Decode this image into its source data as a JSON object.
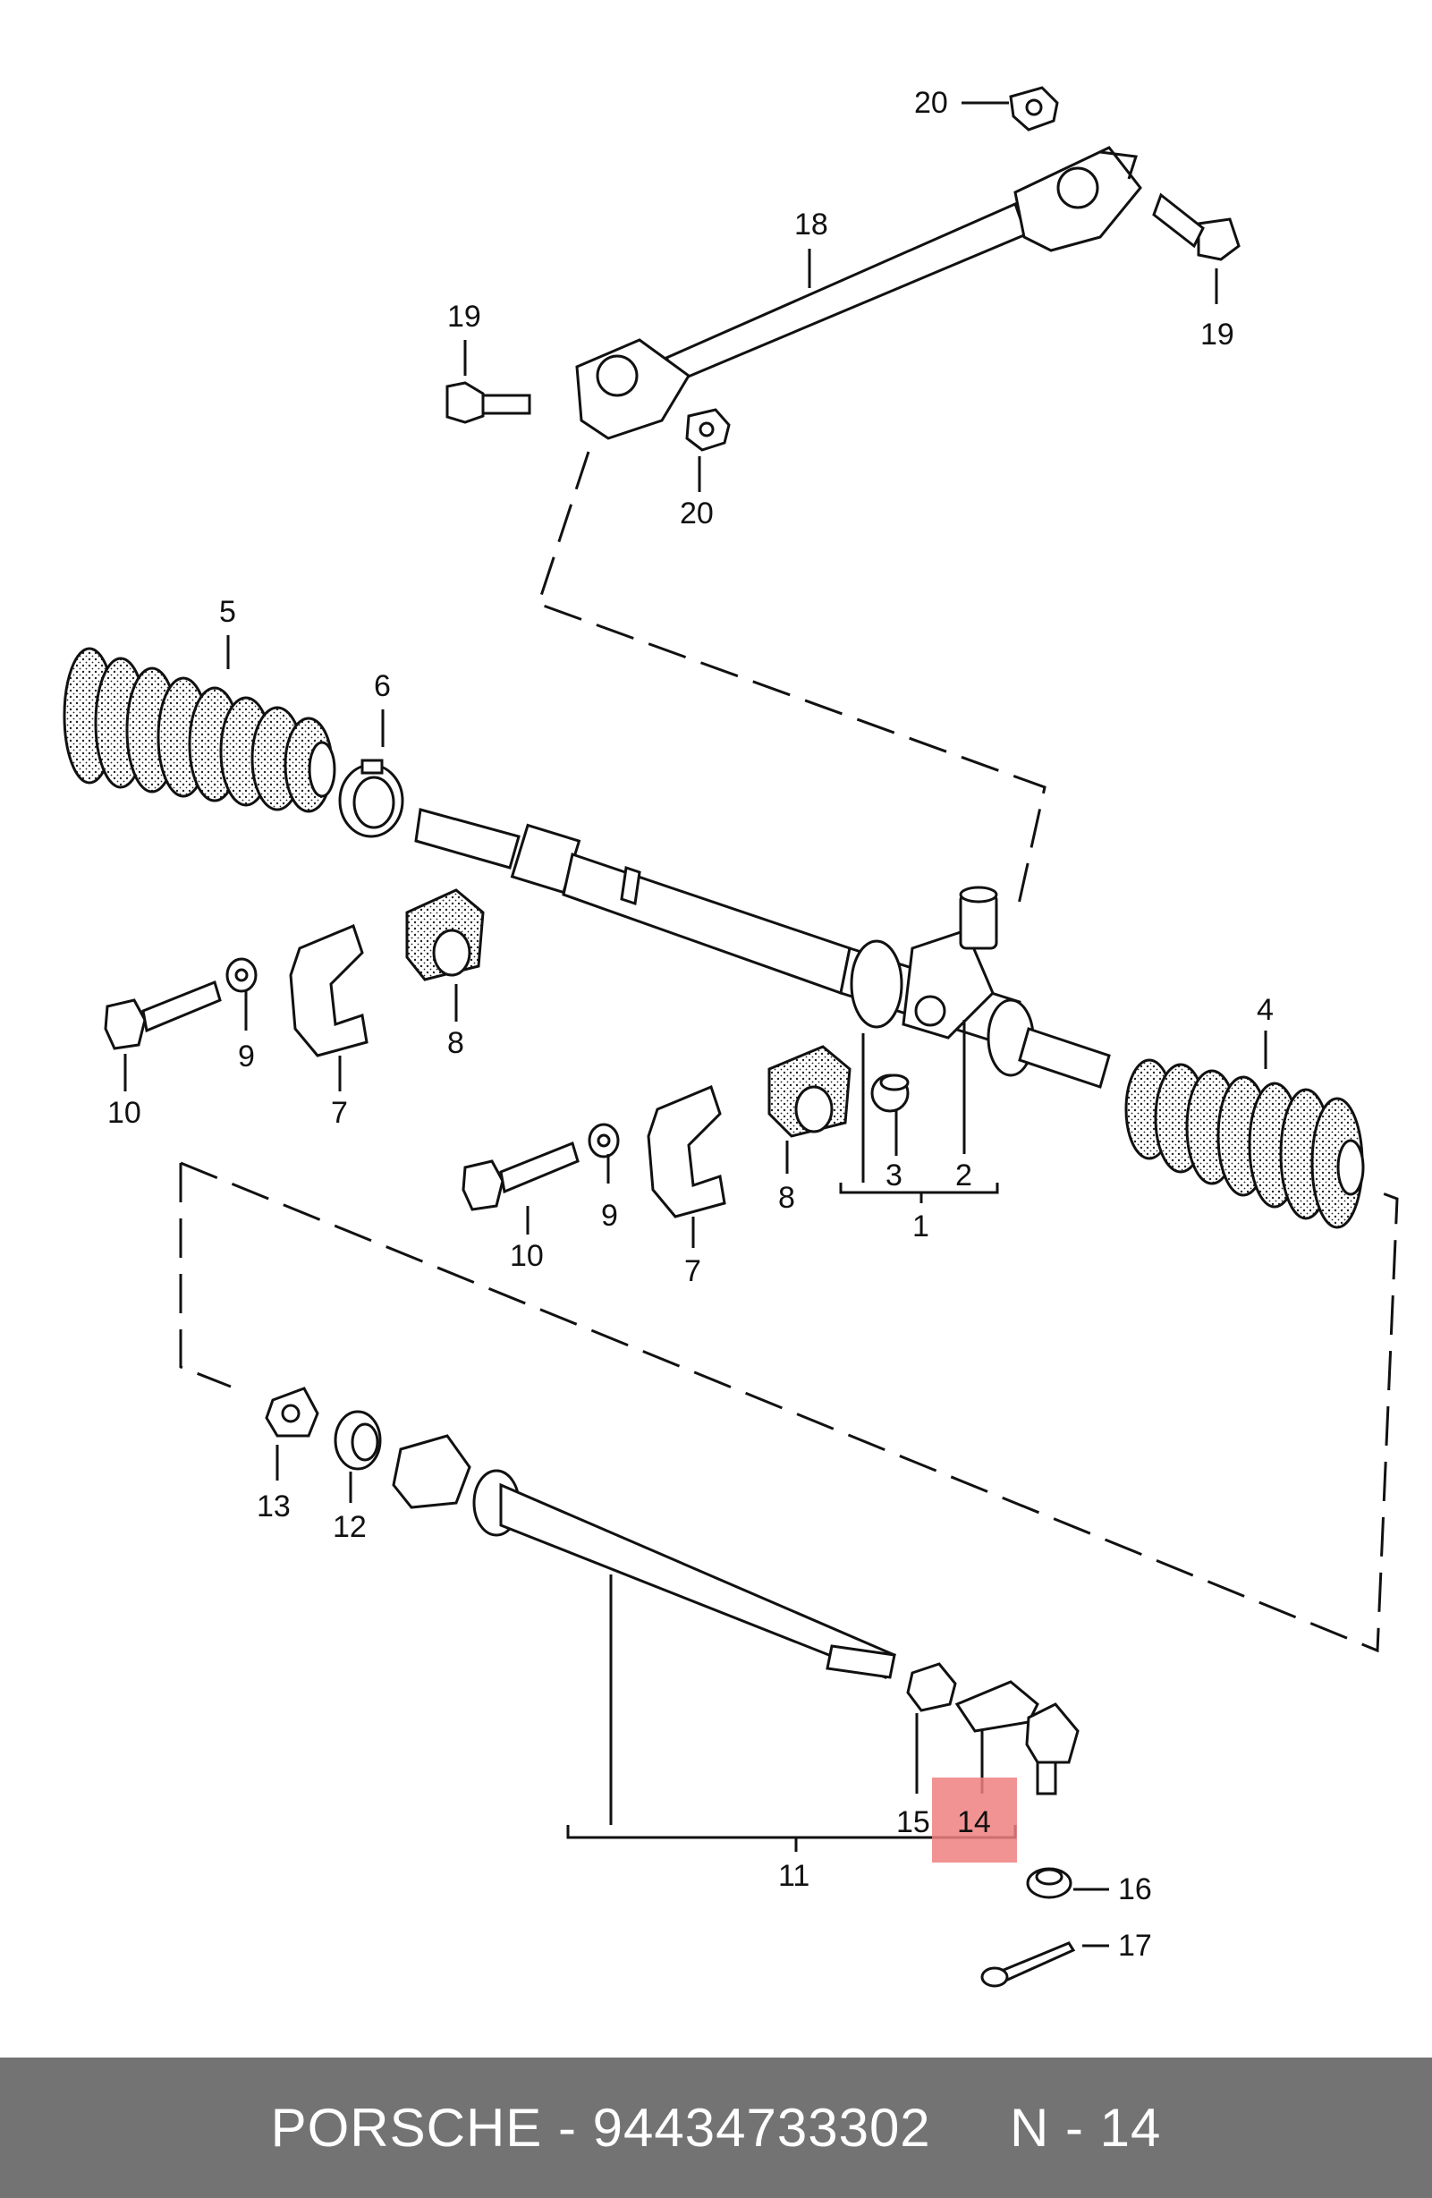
{
  "footer": {
    "text": "PORSCHE - 94434733302     N - 14"
  },
  "highlight": {
    "label": "14",
    "color": "#f08080"
  },
  "callouts": {
    "c20a": "20",
    "c18": "18",
    "c19a": "19",
    "c19b": "19",
    "c20b": "20",
    "c5": "5",
    "c6": "6",
    "c4": "4",
    "c10a": "10",
    "c9a": "9",
    "c7a": "7",
    "c8a": "8",
    "c10b": "10",
    "c9b": "9",
    "c7b": "7",
    "c8b": "8",
    "c3": "3",
    "c2": "2",
    "c1": "1",
    "c13": "13",
    "c12": "12",
    "c11": "11",
    "c15": "15",
    "c16": "16",
    "c17": "17"
  }
}
